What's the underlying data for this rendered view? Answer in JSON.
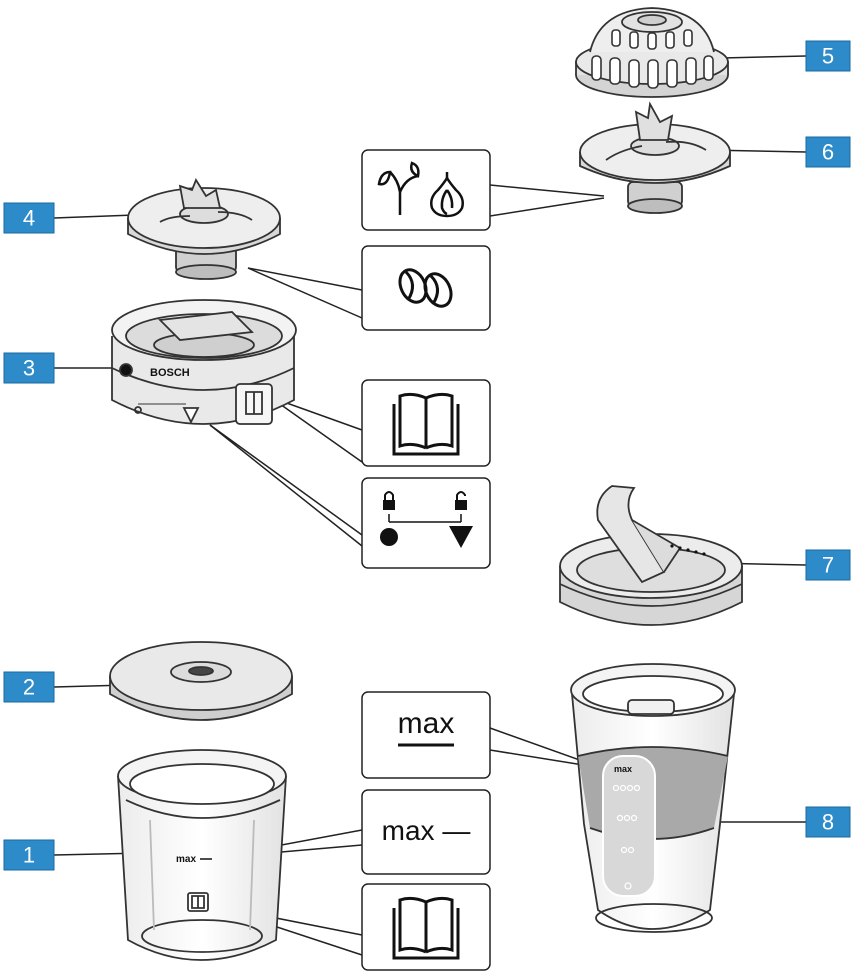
{
  "callouts": [
    {
      "id": "1"
    },
    {
      "id": "2"
    },
    {
      "id": "3"
    },
    {
      "id": "4"
    },
    {
      "id": "5"
    },
    {
      "id": "6"
    },
    {
      "id": "7"
    },
    {
      "id": "8"
    }
  ],
  "symbol_boxes": {
    "max_underlined": "max",
    "max_dash": "max —"
  },
  "product_labels": {
    "brand": "BOSCH",
    "bowl_max": "max",
    "bottle_max": "max"
  },
  "colors": {
    "callout_fill": "#2e8bc9",
    "callout_border": "#1a6aa0",
    "outline": "#444444",
    "part_fill": "#e6e6e6",
    "part_shade": "#c9c9c9",
    "bottle_band": "#a9a9a9",
    "leader": "#222222"
  },
  "icons": [
    "herb-icon",
    "garlic-icon",
    "coffee-beans-icon",
    "manual-icon",
    "lock-unlock-icon"
  ]
}
